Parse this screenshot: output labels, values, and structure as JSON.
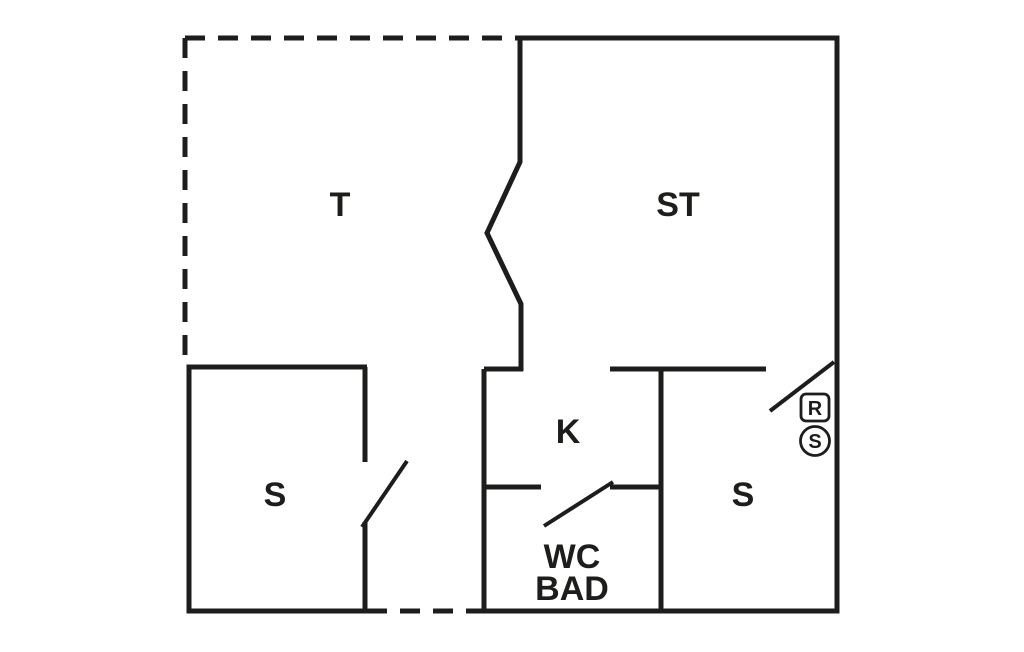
{
  "floorplan": {
    "background_color": "#ffffff",
    "wall_color": "#1d1d1b",
    "labels": {
      "terrace": "T",
      "living_room": "ST",
      "kitchen": "K",
      "bedroom_left": "S",
      "bedroom_right": "S",
      "wc": "WC",
      "bad": "BAD"
    },
    "symbols": {
      "r_badge": "R",
      "s_badge": "S"
    }
  }
}
